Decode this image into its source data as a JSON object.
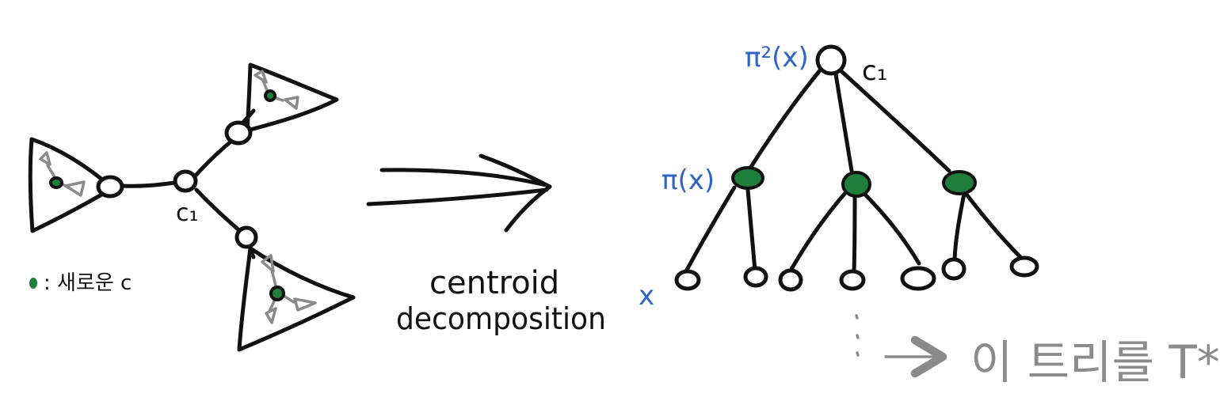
{
  "colors": {
    "ink": "#111111",
    "blue": "#2f63c5",
    "gray": "#8b8b8b",
    "green": "#1f7f3a"
  },
  "left": {
    "centroid_label": "c₁",
    "legend_text": ": 새로운 c"
  },
  "middle": {
    "line1": "centroid",
    "line2": "decomposition"
  },
  "right": {
    "root_label": "c₁",
    "pi2_label": "π²(x)",
    "pi_label": "π(x)",
    "x_label": "x"
  },
  "note": {
    "text": "이 트리를 T*"
  }
}
